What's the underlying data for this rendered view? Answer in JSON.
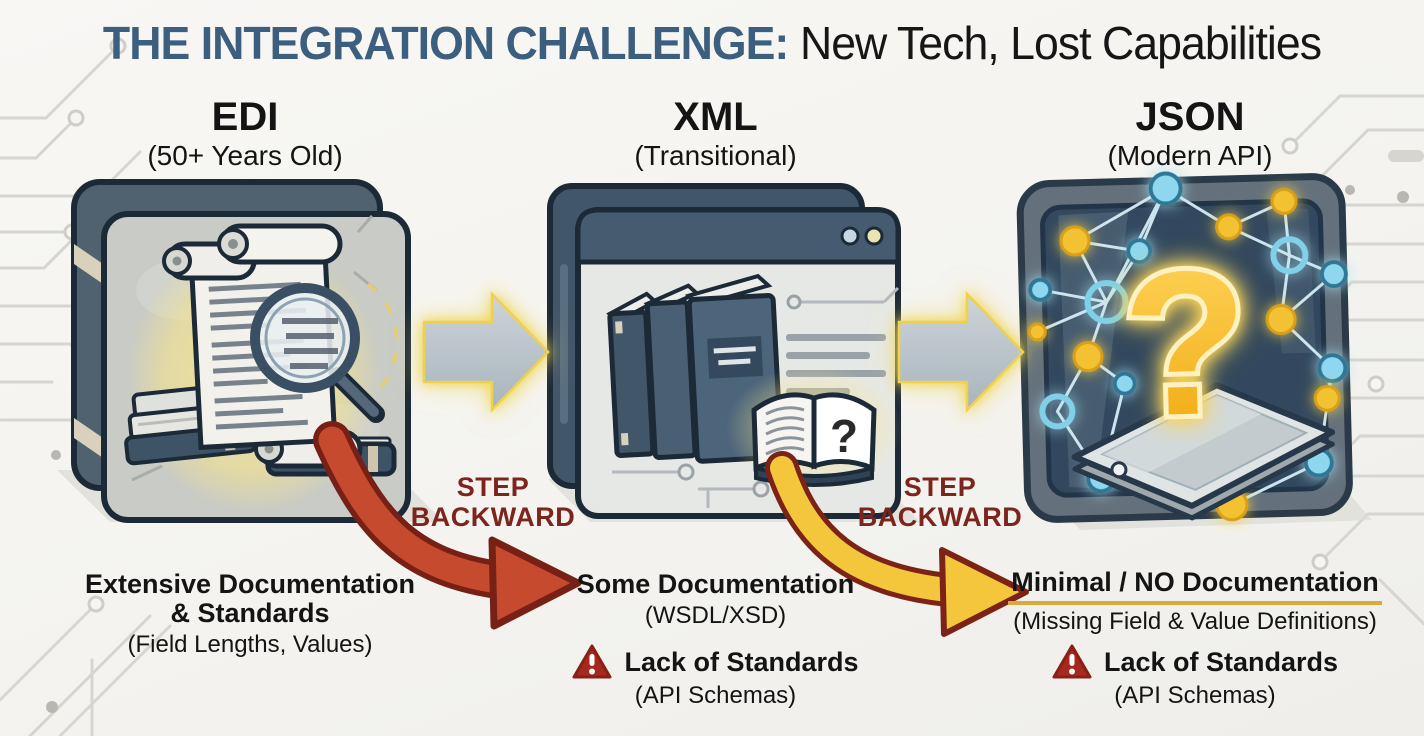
{
  "title": {
    "highlight": "THE INTEGRATION CHALLENGE:",
    "rest": "New Tech, Lost Capabilities"
  },
  "columns": {
    "edi": {
      "name": "EDI",
      "subtitle": "(50+ Years Old)",
      "caption_line1": "Extensive Documentation",
      "caption_line2": "& Standards",
      "caption_detail": "(Field Lengths, Values)"
    },
    "xml": {
      "name": "XML",
      "subtitle": "(Transitional)",
      "caption_line1": "Some Documentation",
      "caption_detail": "(WSDL/XSD)",
      "warning_title": "Lack of Standards",
      "warning_detail": "(API Schemas)"
    },
    "json": {
      "name": "JSON",
      "subtitle": "(Modern API)",
      "caption_line1": "Minimal / NO Documentation",
      "caption_detail": "(Missing Field & Value Definitions)",
      "warning_title": "Lack of Standards",
      "warning_detail": "(API Schemas)"
    }
  },
  "transitions": {
    "edi_to_xml": {
      "label_line1": "STEP",
      "label_line2": "BACKWARD"
    },
    "xml_to_json": {
      "label_line1": "STEP",
      "label_line2": "BACKWARD"
    }
  },
  "illustrations": {
    "xml_open_book_glyph": "?",
    "json_question_glyph": "?"
  },
  "icons": {
    "warning": "warning-triangle",
    "forward_arrow": "arrow-right",
    "magnifier": "magnifying-glass"
  },
  "colors": {
    "title_accent": "#3c5e7f",
    "step_backward_text": "#7d241c",
    "red_arrow": "#c64a2e",
    "yellow_arrow": "#f4c63c",
    "warning_red": "#a5291e",
    "underline_gold": "#d9a93c",
    "node_cyan": "#8ed7ef",
    "node_yellow": "#f2c231",
    "cube_slate": "#42566a",
    "stone_gray": "#c8cbc6"
  }
}
